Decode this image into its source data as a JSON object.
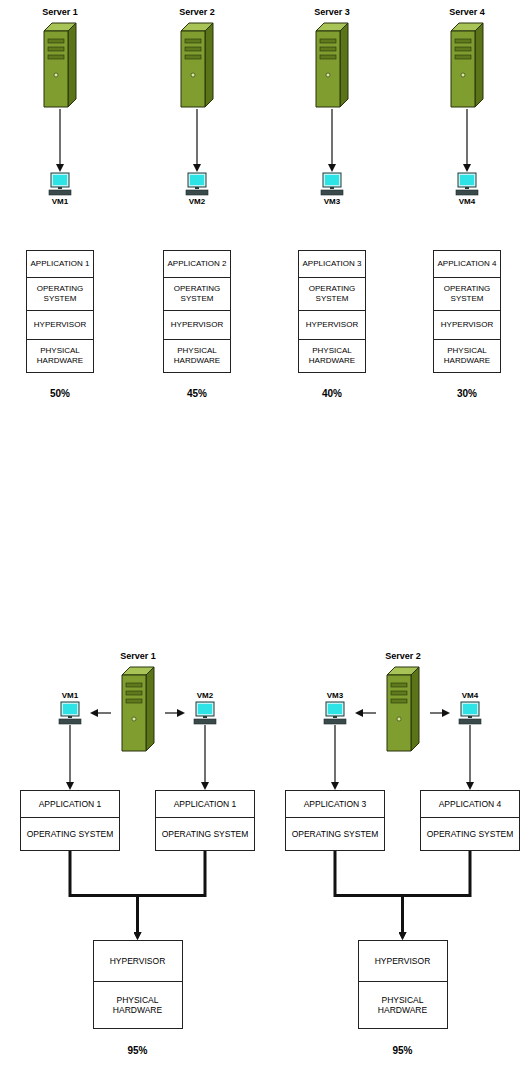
{
  "diagram": {
    "nodes": [
      {
        "text": [
          "Server 1"
        ]
      },
      {
        "text": [
          "VM1"
        ]
      },
      {
        "text": [
          "APPLICATION 1"
        ]
      },
      {
        "text": [
          "OPERATING SYSTEM"
        ]
      },
      {
        "text": [
          "HYPERVISOR"
        ]
      },
      {
        "text": [
          "PHYSICAL HARDWARE"
        ]
      },
      {
        "text": [
          "Server 2"
        ]
      },
      {
        "text": [
          "VM2"
        ]
      },
      {
        "text": [
          "APPLICATION 2"
        ]
      },
      {
        "text": [
          "OPERATING SYSTEM"
        ]
      },
      {
        "text": [
          "HYPERVISOR"
        ]
      },
      {
        "text": [
          "PHYSICAL HARDWARE"
        ]
      },
      {
        "text": [
          "Server 3"
        ]
      },
      {
        "text": [
          "VM3"
        ]
      },
      {
        "text": [
          "APPLICATION 3"
        ]
      },
      {
        "text": [
          "OPERATING SYSTEM"
        ]
      },
      {
        "text": [
          "HYPERVISOR"
        ]
      },
      {
        "text": [
          "PHYSICAL HARDWARE"
        ]
      },
      {
        "text": [
          "Server 4"
        ]
      },
      {
        "text": [
          "VM4"
        ]
      },
      {
        "text": [
          "APPLICATION 4"
        ]
      },
      {
        "text": [
          "OPERATING SYSTEM"
        ]
      },
      {
        "text": [
          "HYPERVISOR"
        ]
      },
      {
        "text": [
          "PHYSICAL HARDWARE"
        ]
      },
      {
        "text": [
          "Server 1"
        ]
      },
      {
        "text": [
          "VM1"
        ]
      },
      {
        "text": [
          "VM2"
        ]
      },
      {
        "text": [
          "APPLICATION 1"
        ]
      },
      {
        "text": [
          "OPERATING SYSTEM"
        ]
      },
      {
        "text": [
          "APPLICATION 1"
        ]
      },
      {
        "text": [
          "OPERATING SYSTEM"
        ]
      },
      {
        "text": [
          "HYPERVISOR"
        ]
      },
      {
        "text": [
          "PHYSICAL HARDWARE"
        ]
      },
      {
        "text": [
          "Server 2"
        ]
      },
      {
        "text": [
          "VM3"
        ]
      },
      {
        "text": [
          "VM4"
        ]
      },
      {
        "text": [
          "APPLICATION 3"
        ]
      },
      {
        "text": [
          "OPERATING SYSTEM"
        ]
      },
      {
        "text": [
          "APPLICATION 4"
        ]
      },
      {
        "text": [
          "OPERATING SYSTEM"
        ]
      },
      {
        "text": [
          "HYPERVISOR"
        ]
      },
      {
        "text": [
          "PHYSICAL HARDWARE"
        ]
      }
    ],
    "edges": [
      {
        "from": 0,
        "to": 1,
        "arrow": "to"
      },
      {
        "from": 6,
        "to": 7,
        "arrow": "to"
      },
      {
        "from": 12,
        "to": 13,
        "arrow": "to"
      },
      {
        "from": 18,
        "to": 19,
        "arrow": "to"
      },
      {
        "from": 24,
        "to": 25,
        "arrow": "to"
      },
      {
        "from": 24,
        "to": 26,
        "arrow": "to"
      },
      {
        "from": 25,
        "to": 27,
        "arrow": "to"
      },
      {
        "from": 26,
        "to": 29,
        "arrow": "to"
      },
      {
        "from": 28,
        "to": 31,
        "arrow": "to"
      },
      {
        "from": 30,
        "to": 31,
        "arrow": "to"
      },
      {
        "from": 33,
        "to": 34,
        "arrow": "to"
      },
      {
        "from": 33,
        "to": 35,
        "arrow": "to"
      },
      {
        "from": 34,
        "to": 36,
        "arrow": "to"
      },
      {
        "from": 35,
        "to": 38,
        "arrow": "to"
      },
      {
        "from": 37,
        "to": 40,
        "arrow": "to"
      },
      {
        "from": 39,
        "to": 40,
        "arrow": "to"
      }
    ],
    "labels": [
      "50%",
      "45%",
      "40%",
      "30%",
      "95%",
      "95%"
    ]
  }
}
